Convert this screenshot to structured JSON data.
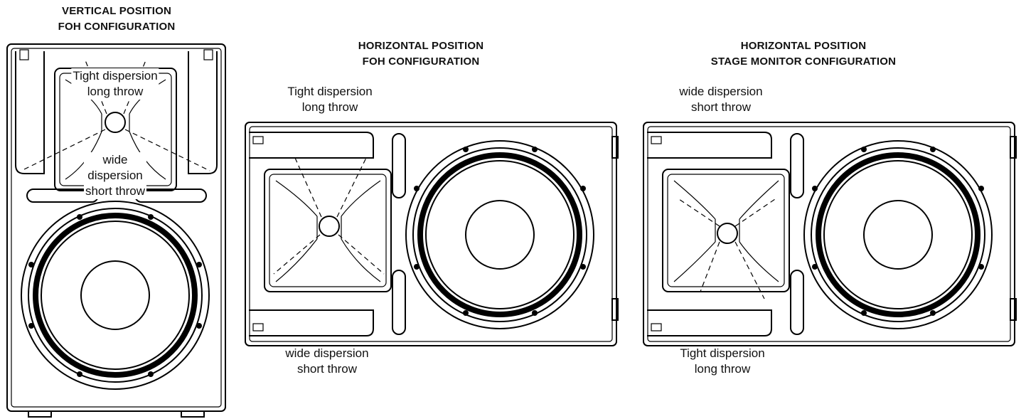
{
  "figure": {
    "vertical": {
      "title_line1": "VERTICAL POSITION",
      "title_line2": "FOH CONFIGURATION",
      "upper_label_line1": "Tight dispersion",
      "upper_label_line2": "long throw",
      "lower_label_line1": "wide",
      "lower_label_line2": "dispersion",
      "lower_label_line3": "short throw"
    },
    "horizontal_foh": {
      "title_line1": "HORIZONTAL POSITION",
      "title_line2": "FOH CONFIGURATION",
      "upper_label_line1": "Tight dispersion",
      "upper_label_line2": "long throw",
      "lower_label_line1": "wide dispersion",
      "lower_label_line2": "short throw"
    },
    "horizontal_monitor": {
      "title_line1": "HORIZONTAL POSITION",
      "title_line2": "STAGE MONITOR CONFIGURATION",
      "upper_label_line1": "wide dispersion",
      "upper_label_line2": "short throw",
      "lower_label_line1": "Tight dispersion",
      "lower_label_line2": "long throw"
    }
  }
}
